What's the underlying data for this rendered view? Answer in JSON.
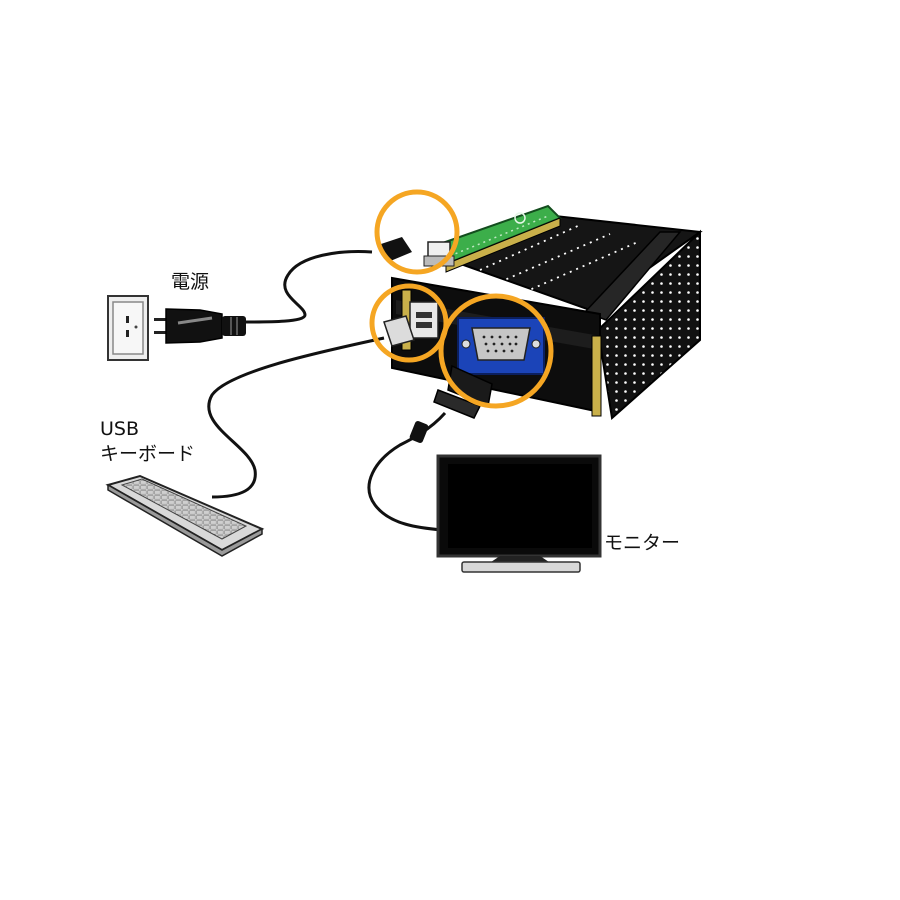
{
  "labels": {
    "power": "電源",
    "keyboard_line1": "USB",
    "keyboard_line2": "キーボード",
    "monitor": "モニター"
  },
  "colors": {
    "highlight_ring": "#f5a623",
    "board_green": "#3cae4a",
    "vga_blue": "#1b44b8",
    "case_black": "#111111",
    "standoff_gold": "#c9b04a"
  },
  "icons": {
    "wall_outlet": "wall-outlet-icon",
    "power_plug": "power-plug-icon",
    "keyboard": "keyboard-icon",
    "monitor": "monitor-icon",
    "computer_case": "computer-case-icon",
    "vga_connector": "vga-connector-icon",
    "usb_connector": "usb-connector-icon",
    "micro_usb_plug": "micro-usb-plug-icon"
  }
}
